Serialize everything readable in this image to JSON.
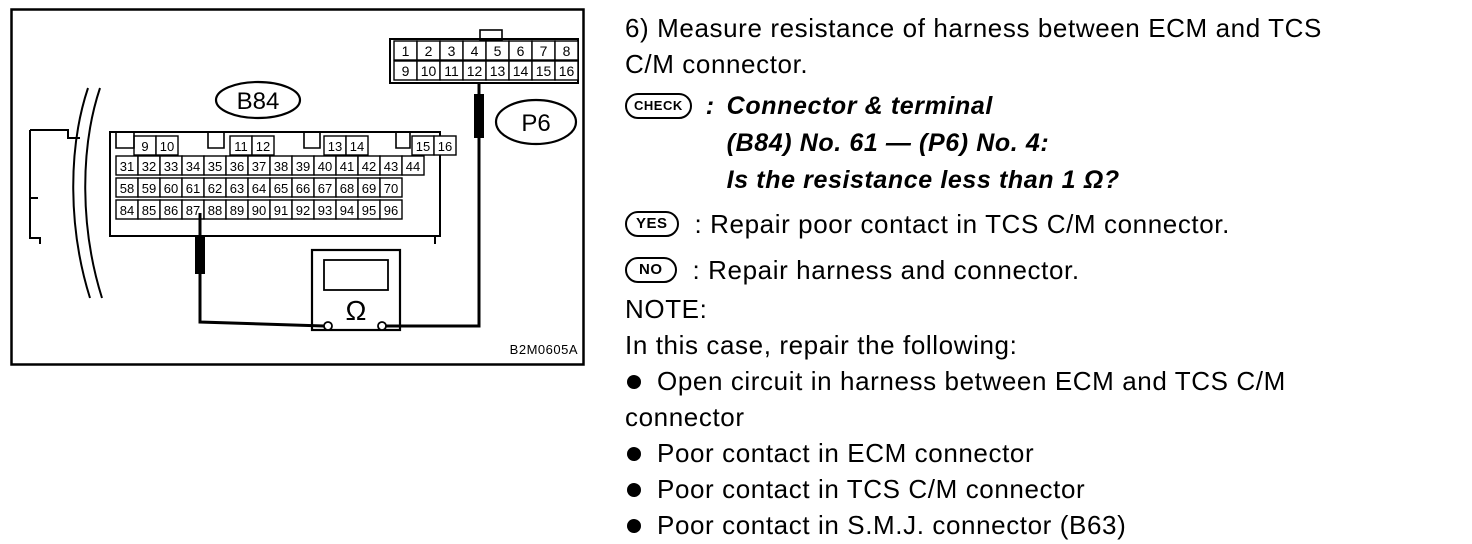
{
  "diagram": {
    "ecm_connector_label": "B84",
    "tcs_connector_label": "P6",
    "figure_code": "B2M0605A",
    "ohm_symbol": "Ω",
    "p6_pins_top": [
      "1",
      "2",
      "3",
      "4",
      "5",
      "6",
      "7",
      "8"
    ],
    "p6_pins_bottom": [
      "9",
      "10",
      "11",
      "12",
      "13",
      "14",
      "15",
      "16"
    ],
    "b84_row1": [
      "9",
      "10",
      "11",
      "12",
      "13",
      "14",
      "15",
      "16"
    ],
    "b84_row2": [
      "31",
      "32",
      "33",
      "34",
      "35",
      "36",
      "37",
      "38",
      "39",
      "40",
      "41",
      "42",
      "43",
      "44"
    ],
    "b84_row3": [
      "58",
      "59",
      "60",
      "61",
      "62",
      "63",
      "64",
      "65",
      "66",
      "67",
      "68",
      "69",
      "70"
    ],
    "b84_row4": [
      "84",
      "85",
      "86",
      "87",
      "88",
      "89",
      "90",
      "91",
      "92",
      "93",
      "94",
      "95",
      "96"
    ]
  },
  "step": {
    "line1": "6)  Measure resistance of harness between ECM and TCS",
    "line2": "C/M connector."
  },
  "check": {
    "badge": "CHECK",
    "colon": ":",
    "line1": "Connector & terminal",
    "line2": "(B84) No. 61 — (P6) No. 4:",
    "line3": "Is the resistance less than 1 Ω?"
  },
  "yes": {
    "badge": "YES",
    "text": ":  Repair poor contact in TCS C/M connector."
  },
  "no": {
    "badge": "NO",
    "text": ":  Repair harness and connector."
  },
  "note": {
    "heading": "NOTE:",
    "intro": "In this case, repair the following:",
    "items": [
      "Open circuit in harness between ECM and TCS C/M",
      "connector",
      "Poor contact in ECM connector",
      "Poor contact in TCS C/M connector",
      "Poor contact in S.M.J. connector (B63)"
    ]
  }
}
